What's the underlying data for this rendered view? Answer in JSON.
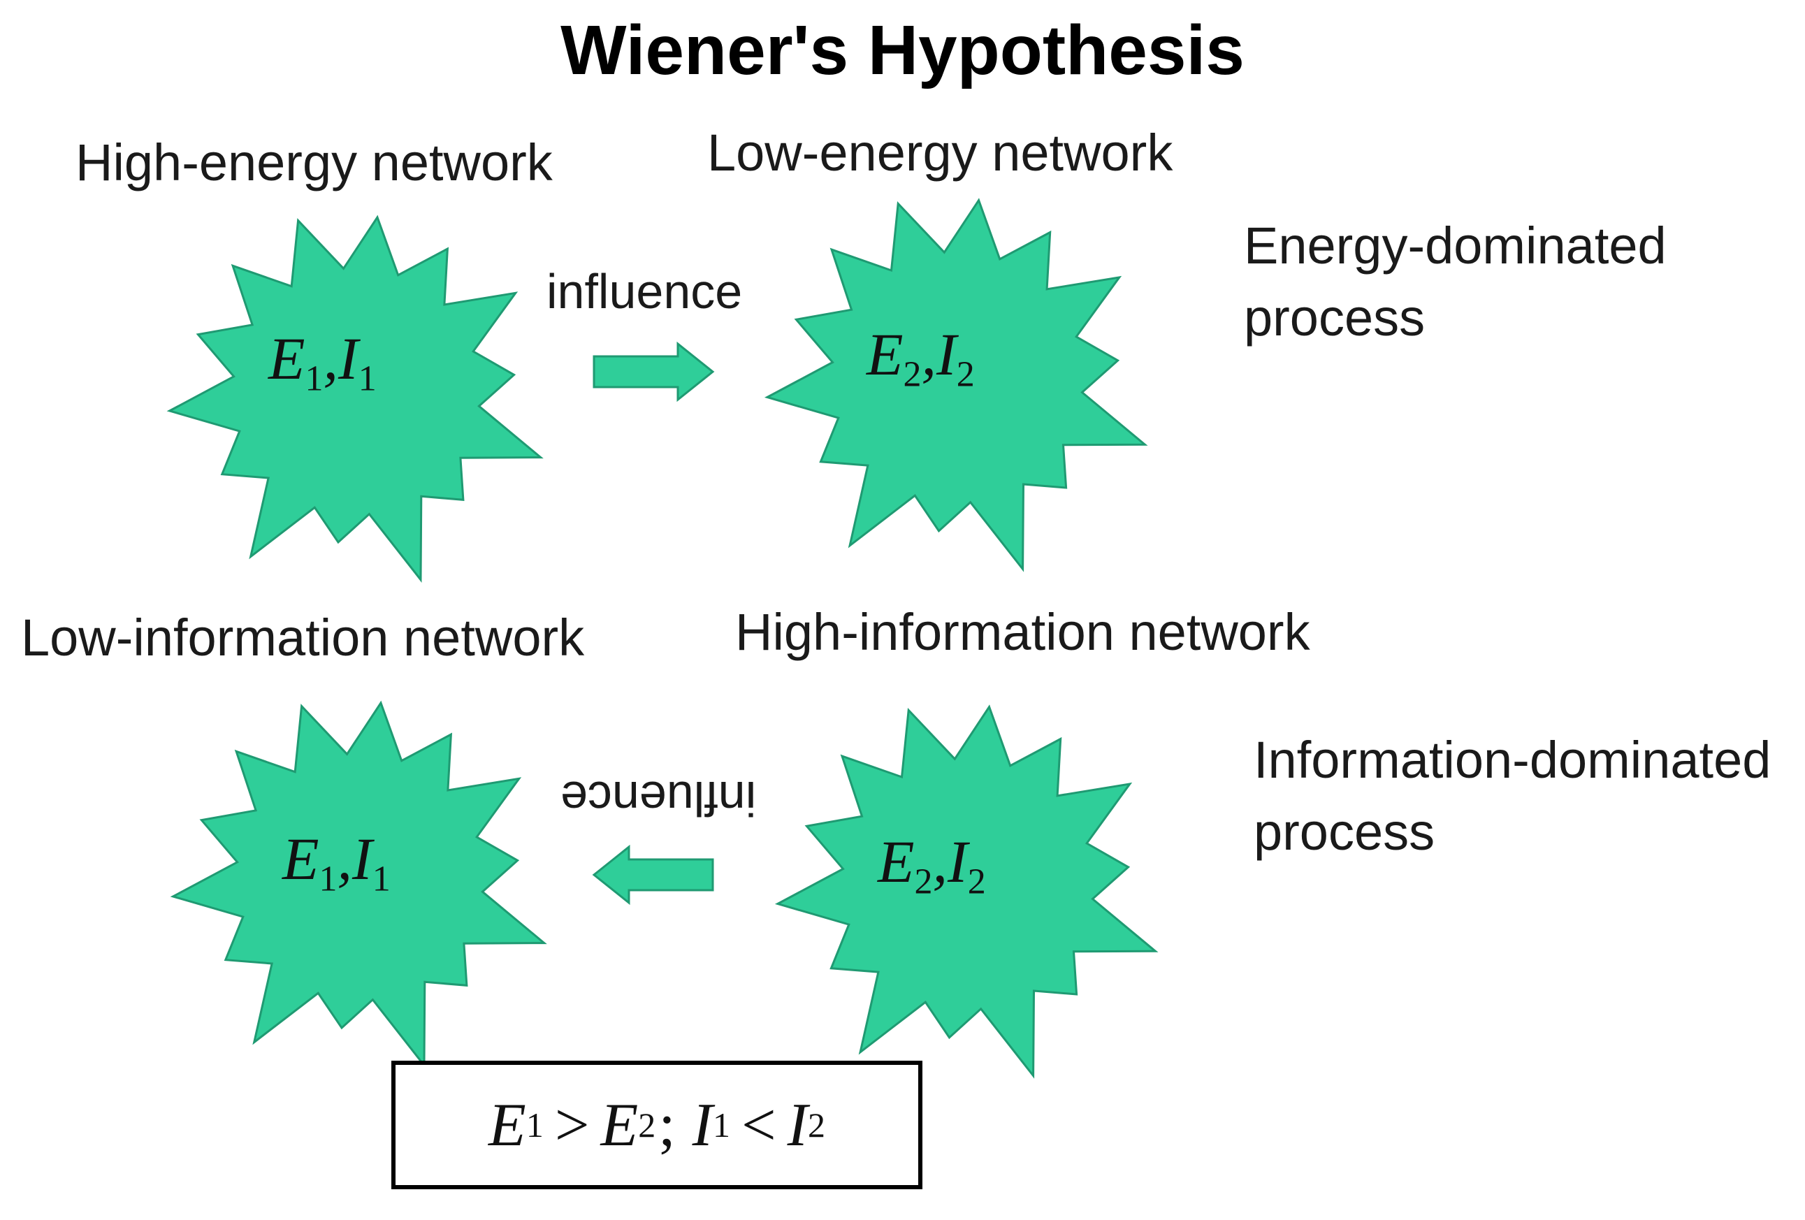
{
  "title": "Wiener's Hypothesis",
  "colors": {
    "star_fill": "#2fce99",
    "star_stroke": "#1f9a72",
    "arrow_fill": "#2fce99",
    "box_border": "#000000"
  },
  "top_row": {
    "left_network_label": "High-energy network",
    "right_network_label": "Low-energy network",
    "influence_label": "influence",
    "arrow_direction": "right",
    "process_line1": "Energy-dominated",
    "process_line2": "process",
    "left_star": {
      "e_var": "E",
      "e_sub": "1",
      "sep": ",",
      "i_var": "I",
      "i_sub": "1"
    },
    "right_star": {
      "e_var": "E",
      "e_sub": "2",
      "sep": ",",
      "i_var": "I",
      "i_sub": "2"
    }
  },
  "bottom_row": {
    "left_network_label": "Low-information network",
    "right_network_label": "High-information network",
    "influence_label": "influence",
    "influence_label_rotated": true,
    "arrow_direction": "left",
    "process_line1": "Information-dominated",
    "process_line2": "process",
    "left_star": {
      "e_var": "E",
      "e_sub": "1",
      "sep": ",",
      "i_var": "I",
      "i_sub": "1"
    },
    "right_star": {
      "e_var": "E",
      "e_sub": "2",
      "sep": ",",
      "i_var": "I",
      "i_sub": "2"
    }
  },
  "relation": {
    "part1": {
      "lhs_var": "E",
      "lhs_sub": "1",
      "op": ">",
      "rhs_var": "E",
      "rhs_sub": "2"
    },
    "separator": ";",
    "part2": {
      "lhs_var": "I",
      "lhs_sub": "1",
      "op": "<",
      "rhs_var": "I",
      "rhs_sub": "2"
    }
  }
}
